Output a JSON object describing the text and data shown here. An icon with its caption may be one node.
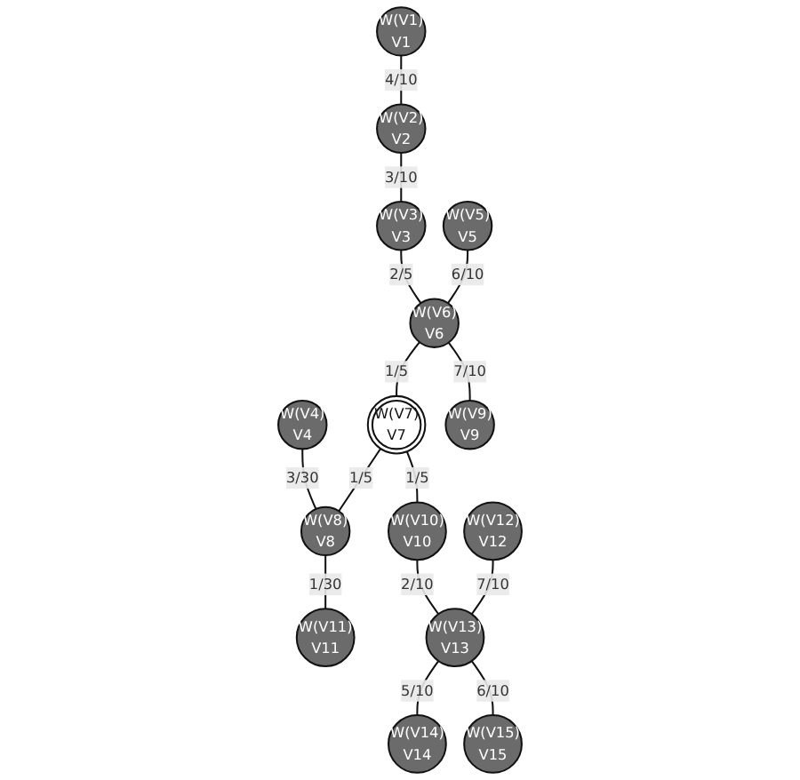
{
  "diagram": {
    "nodes": [
      {
        "text": [
          "W(V1)",
          "V1"
        ]
      },
      {
        "text": [
          "W(V2)",
          "V2"
        ]
      },
      {
        "text": [
          "W(V3)",
          "V3"
        ]
      },
      {
        "text": [
          "W(V4)",
          "V4"
        ]
      },
      {
        "text": [
          "W(V5)",
          "V5"
        ]
      },
      {
        "text": [
          "W(V6)",
          "V6"
        ]
      },
      {
        "text": [
          "W(V7)",
          "V7"
        ]
      },
      {
        "text": [
          "W(V8)",
          "V8"
        ]
      },
      {
        "text": [
          "W(V9)",
          "V9"
        ]
      },
      {
        "text": [
          "W(V10)",
          "V10"
        ]
      },
      {
        "text": [
          "W(V11)",
          "V11"
        ]
      },
      {
        "text": [
          "W(V12)",
          "V12"
        ]
      },
      {
        "text": [
          "W(V13)",
          "V13"
        ]
      },
      {
        "text": [
          "W(V14)",
          "V14"
        ]
      },
      {
        "text": [
          "W(V15)",
          "V15"
        ]
      }
    ],
    "edges": [
      {
        "from": 0,
        "to": 1,
        "arrow": "none",
        "label": "4/10"
      },
      {
        "from": 1,
        "to": 2,
        "arrow": "none",
        "label": "3/10"
      },
      {
        "from": 2,
        "to": 5,
        "arrow": "none",
        "label": "2/5"
      },
      {
        "from": 3,
        "to": 7,
        "arrow": "none",
        "label": "3/30"
      },
      {
        "from": 4,
        "to": 5,
        "arrow": "none",
        "label": "6/10"
      },
      {
        "from": 5,
        "to": 6,
        "arrow": "none",
        "label": "1/5"
      },
      {
        "from": 6,
        "to": 7,
        "arrow": "none",
        "label": "1/5"
      },
      {
        "from": 5,
        "to": 8,
        "arrow": "none",
        "label": "7/10"
      },
      {
        "from": 6,
        "to": 9,
        "arrow": "none",
        "label": "1/5"
      },
      {
        "from": 7,
        "to": 10,
        "arrow": "none",
        "label": "1/30"
      },
      {
        "from": 9,
        "to": 12,
        "arrow": "none",
        "label": "2/10"
      },
      {
        "from": 11,
        "to": 12,
        "arrow": "none",
        "label": "7/10"
      },
      {
        "from": 12,
        "to": 13,
        "arrow": "none",
        "label": "5/10"
      },
      {
        "from": 12,
        "to": 14,
        "arrow": "none",
        "label": "6/10"
      }
    ]
  }
}
